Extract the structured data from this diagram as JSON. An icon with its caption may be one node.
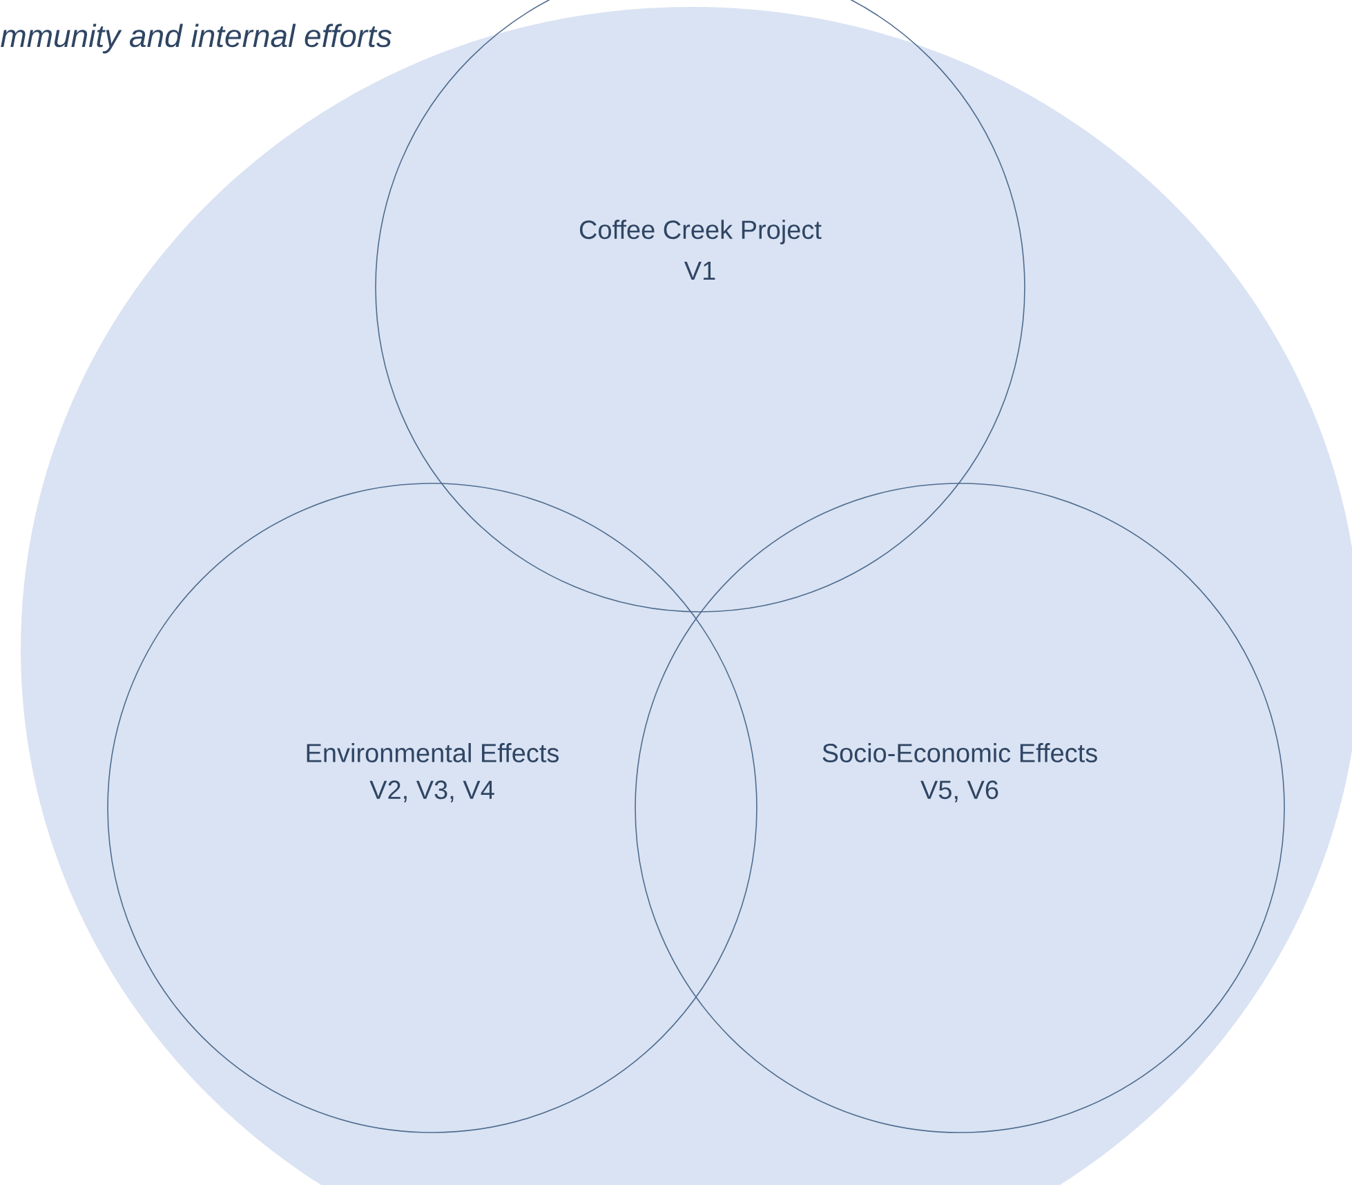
{
  "diagram": {
    "nodes": [
      {
        "text": [
          "mmunity and internal efforts"
        ]
      },
      {
        "text": [
          "Coffee Creek Project",
          "V1"
        ],
        "in": 0
      },
      {
        "text": [
          "Environmental Effects",
          "V2, V3, V4"
        ],
        "in": 0
      },
      {
        "text": [
          "Socio-Economic Effects",
          "V5, V6"
        ],
        "in": 0
      }
    ]
  }
}
